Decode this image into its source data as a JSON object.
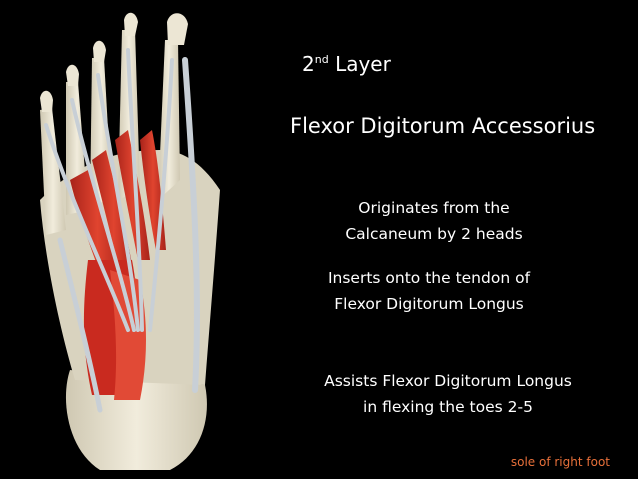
{
  "slide": {
    "layer_number": "2",
    "layer_suffix": "nd",
    "layer_word": "Layer",
    "muscle_name": "Flexor Digitorum Accessorius",
    "origin": {
      "line1": "Originates from the",
      "line2": "Calcaneum by 2 heads"
    },
    "insertion": {
      "line1": "Inserts onto the tendon of",
      "line2": "Flexor Digitorum Longus"
    },
    "action": {
      "line1": "Assists Flexor Digitorum Longus",
      "line2": "in flexing the toes 2-5"
    },
    "caption": "sole of right foot"
  },
  "colors": {
    "background": "#000000",
    "text": "#ffffff",
    "caption": "#e8703a",
    "bone": "#e9e3cf",
    "tendon": "#c8cfd6",
    "muscle": "#d8372a"
  },
  "illustration": {
    "subject": "sole-of-right-foot-anatomy"
  }
}
